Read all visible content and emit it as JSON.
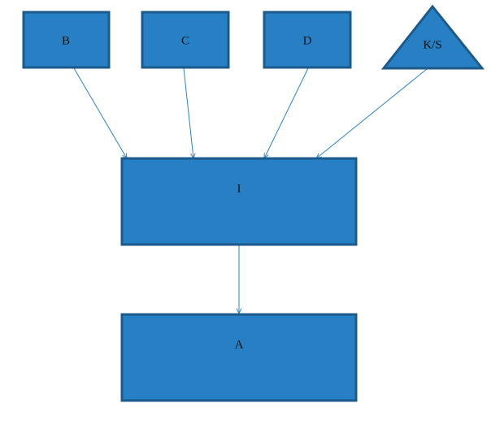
{
  "colors": {
    "node_fill": "#2780c4",
    "node_stroke": "#1c5a8c",
    "edge": "#2d83c6"
  },
  "nodes": {
    "b": {
      "label": "B"
    },
    "c": {
      "label": "C"
    },
    "d": {
      "label": "D"
    },
    "ks": {
      "label": "K/S"
    },
    "i": {
      "label": "I"
    },
    "a": {
      "label": "A"
    }
  },
  "edges": [
    {
      "from": "b",
      "to": "i"
    },
    {
      "from": "c",
      "to": "i"
    },
    {
      "from": "d",
      "to": "i"
    },
    {
      "from": "ks",
      "to": "i"
    },
    {
      "from": "i",
      "to": "a"
    }
  ]
}
